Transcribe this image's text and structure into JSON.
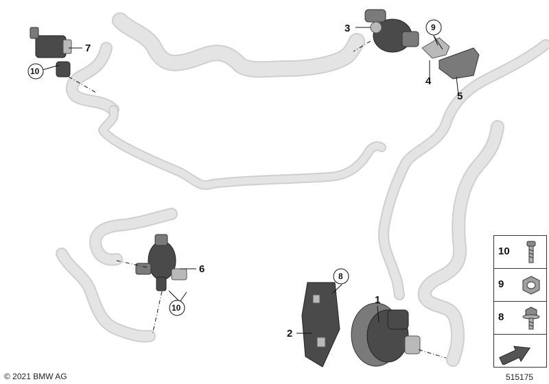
{
  "diagram": {
    "callouts": [
      {
        "id": "c1",
        "text": "1"
      },
      {
        "id": "c2",
        "text": "2"
      },
      {
        "id": "c3",
        "text": "3"
      },
      {
        "id": "c4",
        "text": "4"
      },
      {
        "id": "c5",
        "text": "5"
      },
      {
        "id": "c6",
        "text": "6"
      },
      {
        "id": "c7",
        "text": "7"
      },
      {
        "id": "c8",
        "text": "8"
      },
      {
        "id": "c9",
        "text": "9"
      },
      {
        "id": "c10a",
        "text": "10"
      },
      {
        "id": "c10b",
        "text": "10"
      }
    ]
  },
  "legend": {
    "items": [
      {
        "number": "10",
        "icon": "screw-icon"
      },
      {
        "number": "9",
        "icon": "hex-nut-icon"
      },
      {
        "number": "8",
        "icon": "flange-bolt-icon"
      },
      {
        "number": "",
        "icon": "direction-arrow-icon"
      }
    ]
  },
  "footer": {
    "copyright": "© 2021 BMW AG",
    "diagram_number": "515175"
  },
  "colors": {
    "hose_fill": "#e4e4e4",
    "hose_edge": "#cfcfcf",
    "part_dark": "#4a4a4a",
    "line": "#111111"
  }
}
